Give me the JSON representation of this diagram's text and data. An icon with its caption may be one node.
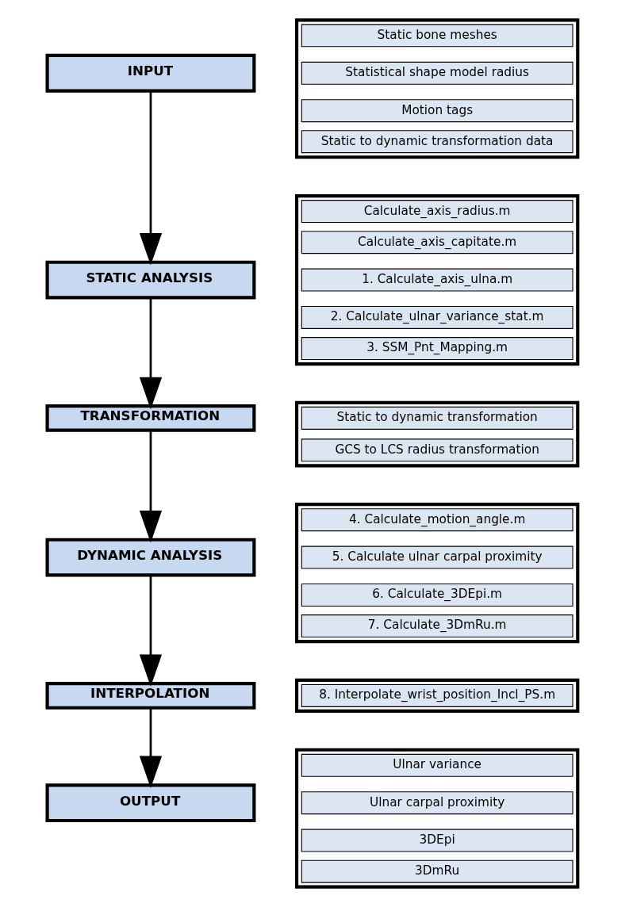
{
  "diagram": {
    "nodes": [
      {
        "text": [
          "INPUT"
        ]
      },
      {
        "text": [],
        "shape": "box"
      },
      {
        "text": [
          "Static bone meshes"
        ],
        "in": 1
      },
      {
        "text": [
          "Statistical shape model radius"
        ],
        "in": 1
      },
      {
        "text": [
          "Motion tags"
        ],
        "in": 1
      },
      {
        "text": [
          "Static to dynamic transformation data"
        ],
        "in": 1
      },
      {
        "text": [
          "STATIC ANALYSIS"
        ]
      },
      {
        "text": [],
        "shape": "box"
      },
      {
        "text": [
          "Calculate_axis_radius.m"
        ],
        "in": 7
      },
      {
        "text": [
          "Calculate_axis_capitate.m"
        ],
        "in": 7
      },
      {
        "text": [
          "1. Calculate_axis_ulna.m"
        ],
        "in": 7
      },
      {
        "text": [
          "2. Calculate_ulnar_variance_stat.m"
        ],
        "in": 7
      },
      {
        "text": [
          "3. SSM_Pnt_Mapping.m"
        ],
        "in": 7
      },
      {
        "text": [
          "TRANSFORMATION"
        ]
      },
      {
        "text": [],
        "shape": "box"
      },
      {
        "text": [
          "Static to dynamic transformation"
        ],
        "in": 14
      },
      {
        "text": [
          "GCS to LCS radius transformation"
        ],
        "in": 14
      },
      {
        "text": [
          "DYNAMIC ANALYSIS"
        ]
      },
      {
        "text": [],
        "shape": "box"
      },
      {
        "text": [
          "4. Calculate_motion_angle.m"
        ],
        "in": 18
      },
      {
        "text": [
          "5. Calculate ulnar carpal proximity"
        ],
        "in": 18
      },
      {
        "text": [
          "6. Calculate_3DEpi.m"
        ],
        "in": 18
      },
      {
        "text": [
          "7. Calculate_3DmRu.m"
        ],
        "in": 18
      },
      {
        "text": [
          "INTERPOLATION"
        ]
      },
      {
        "text": [],
        "shape": "box"
      },
      {
        "text": [
          "8. Interpolate_wrist_position_Incl_PS.m"
        ],
        "in": 24
      },
      {
        "text": [
          "OUTPUT"
        ]
      },
      {
        "text": [],
        "shape": "box"
      },
      {
        "text": [
          "Ulnar variance"
        ],
        "in": 27
      },
      {
        "text": [
          "Ulnar carpal proximity"
        ],
        "in": 27
      },
      {
        "text": [
          "3DEpi"
        ],
        "in": 27
      },
      {
        "text": [
          "3DmRu"
        ],
        "in": 27
      }
    ],
    "edges": [
      {
        "from": 0,
        "to": 6,
        "arrow": "to"
      },
      {
        "from": 6,
        "to": 13,
        "arrow": "to"
      },
      {
        "from": 13,
        "to": 17,
        "arrow": "to"
      },
      {
        "from": 17,
        "to": 23,
        "arrow": "to"
      },
      {
        "from": 23,
        "to": 26,
        "arrow": "to"
      }
    ]
  }
}
